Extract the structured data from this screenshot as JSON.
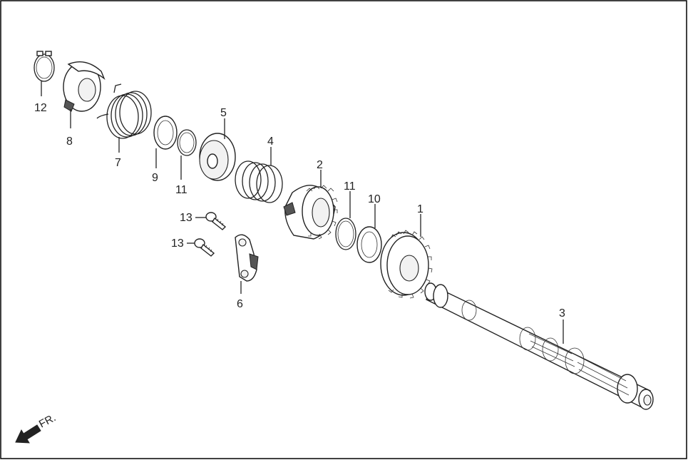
{
  "diagram": {
    "callouts": {
      "p1": "1",
      "p2": "2",
      "p3": "3",
      "p4": "4",
      "p5": "5",
      "p6": "6",
      "p7": "7",
      "p8": "8",
      "p9": "9",
      "p10": "10",
      "p11a": "11",
      "p11b": "11",
      "p12": "12",
      "p13a": "13",
      "p13b": "13"
    },
    "direction_label": "FR.",
    "border_color": "#000000",
    "line_color": "#222222"
  }
}
